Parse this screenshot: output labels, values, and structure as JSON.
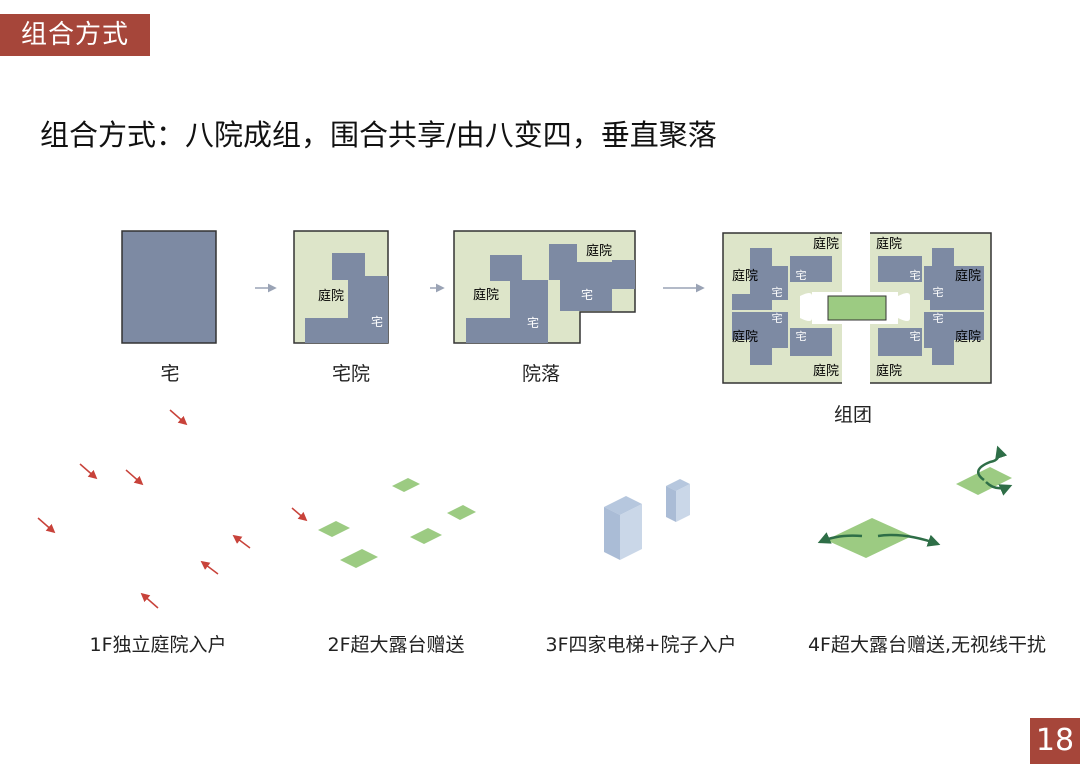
{
  "header": {
    "section_tag": "组合方式",
    "headline": "组合方式：八院成组，围合共享/由八变四，垂直聚落"
  },
  "diagram_labels": {
    "house": "宅",
    "courtyard": "庭院"
  },
  "stages": [
    {
      "label": "宅"
    },
    {
      "label": "宅院"
    },
    {
      "label": "院落"
    },
    {
      "label": "组团"
    }
  ],
  "floors": [
    {
      "caption": "1F独立庭院入户"
    },
    {
      "caption": "2F超大露台赠送"
    },
    {
      "caption": "3F四家电梯+院子入户"
    },
    {
      "caption": "4F超大露台赠送,无视线干扰"
    }
  ],
  "page": {
    "number": "18"
  },
  "colors": {
    "accent": "#a6463a",
    "house": "#7d8aa3",
    "courtyard": "#dde5c9",
    "green": "#9ccb82",
    "arrow_red": "#c8423a",
    "arrow_green": "#2e6e47"
  }
}
